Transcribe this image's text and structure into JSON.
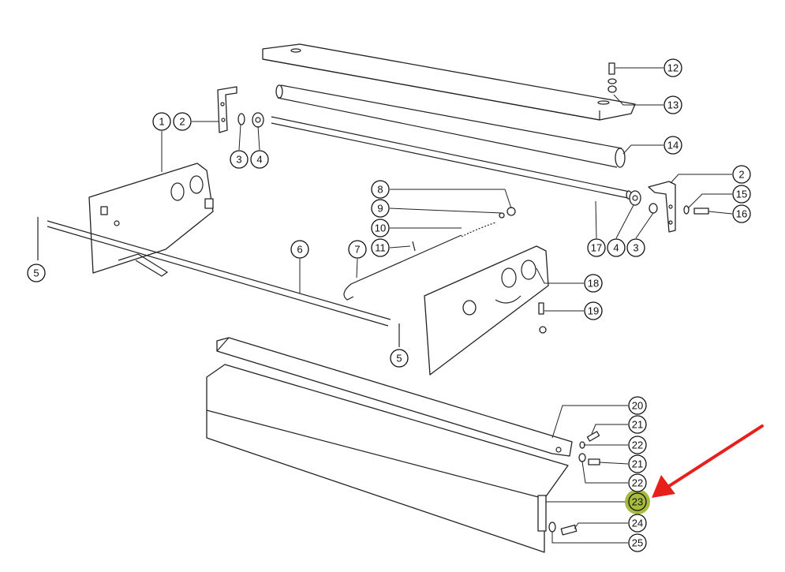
{
  "diagram": {
    "callouts": {
      "c1": "1",
      "c2": "2",
      "c3": "3",
      "c4": "4",
      "c5": "5",
      "c6": "6",
      "c7": "7",
      "c8": "8",
      "c9": "9",
      "c10": "10",
      "c11": "11",
      "c12": "12",
      "c13": "13",
      "c14": "14",
      "c2b": "2",
      "c15": "15",
      "c16": "16",
      "c17": "17",
      "c4b": "4",
      "c3b": "3",
      "c18": "18",
      "c19": "19",
      "c5b": "5",
      "c20": "20",
      "c21": "21",
      "c22": "22",
      "c21b": "21",
      "c22b": "22",
      "c23": "23",
      "c24": "24",
      "c25": "25"
    },
    "highlight": {
      "callout": "23",
      "color": "#9db52a"
    },
    "arrow": {
      "color": "#e8201c",
      "points_to": "23"
    }
  }
}
